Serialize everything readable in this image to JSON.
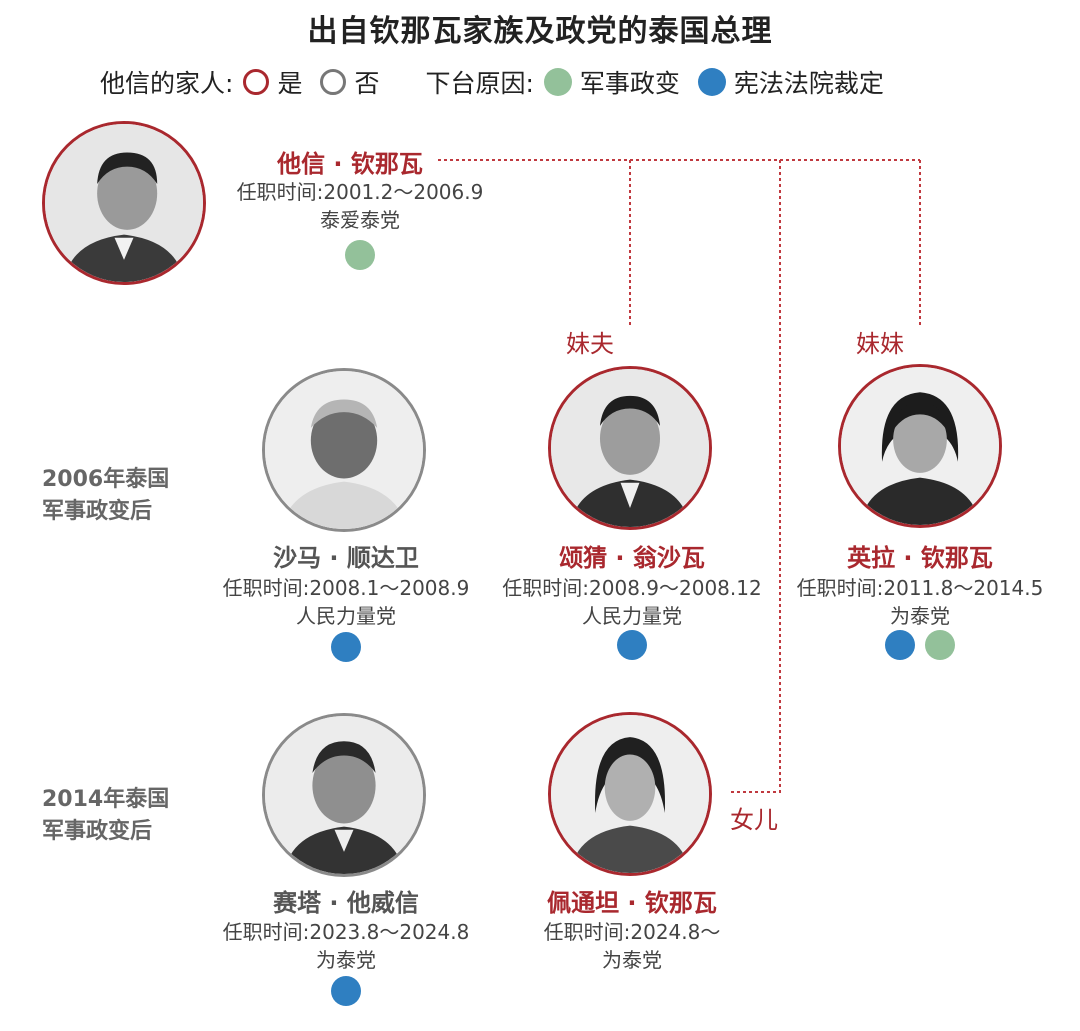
{
  "title": "出自钦那瓦家族及政党的泰国总理",
  "legend": {
    "family_label": "他信的家人:",
    "family_yes": "是",
    "family_no": "否",
    "reason_label": "下台原因:",
    "reason_coup": "军事政变",
    "reason_court": "宪法法院裁定"
  },
  "colors": {
    "family_ring": "#a9282e",
    "other_ring": "#8a8a8a",
    "coup": "#93c19a",
    "court": "#2f7fc1"
  },
  "eras": {
    "era2006": [
      "2006年泰国",
      "军事政变后"
    ],
    "era2014": [
      "2014年泰国",
      "军事政变后"
    ]
  },
  "relations": {
    "brother_in_law": "妹夫",
    "sister": "妹妹",
    "daughter": "女儿"
  },
  "people": {
    "thaksin": {
      "name": "他信 · 钦那瓦",
      "term": "任职时间:2001.2～2006.9",
      "party": "泰爱泰党",
      "family": true,
      "reasons": [
        "coup"
      ]
    },
    "samak": {
      "name": "沙马 · 顺达卫",
      "term": "任职时间:2008.1～2008.9",
      "party": "人民力量党",
      "family": false,
      "reasons": [
        "court"
      ]
    },
    "somchai": {
      "name": "颂猜 · 翁沙瓦",
      "term": "任职时间:2008.9～2008.12",
      "party": "人民力量党",
      "family": true,
      "reasons": [
        "court"
      ]
    },
    "yingluck": {
      "name": "英拉 · 钦那瓦",
      "term": "任职时间:2011.8～2014.5",
      "party": "为泰党",
      "family": true,
      "reasons": [
        "court",
        "coup"
      ]
    },
    "srettha": {
      "name": "赛塔 · 他威信",
      "term": "任职时间:2023.8～2024.8",
      "party": "为泰党",
      "family": false,
      "reasons": [
        "court"
      ]
    },
    "paetongtarn": {
      "name": "佩通坦 · 钦那瓦",
      "term": "任职时间:2024.8～",
      "party": "为泰党",
      "family": true,
      "reasons": []
    }
  }
}
